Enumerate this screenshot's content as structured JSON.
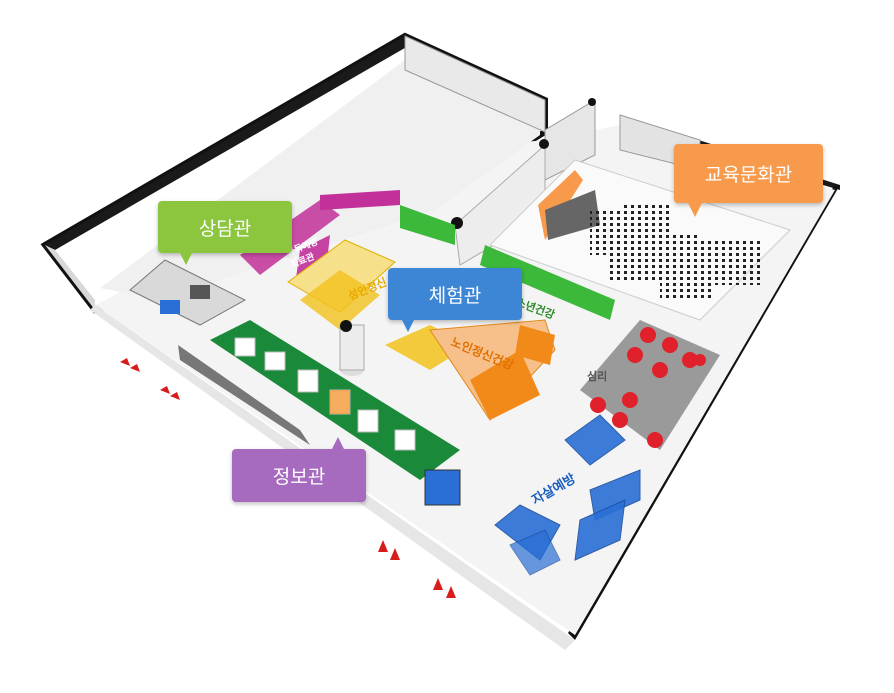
{
  "callouts": {
    "consult": "상담관",
    "edu_culture": "교육문화관",
    "experience": "체험관",
    "info": "정보관"
  },
  "zone_labels": {
    "addiction_treatment_1": "중독예방",
    "addiction_treatment_2": "치료관",
    "adult_mental": "성인정신",
    "youth_health": "소년건강",
    "elderly_mental": "노인정신건강",
    "suicide_prevention": "자살예방",
    "sim": "심리"
  },
  "colors": {
    "consult": "#8cc63f",
    "edu_culture": "#f79a4b",
    "experience": "#3d86d6",
    "info": "#a66bbf",
    "info_floor": "#1a8a3a",
    "magenta": "#c2309a",
    "green": "#3cb83a",
    "yellow": "#f2c21b",
    "orange": "#f28a1a",
    "blue": "#2a6fd6",
    "red_table": "#e0202a",
    "arrow": "#d81b1b"
  },
  "icons": {
    "exit_arrows": "red-arrow-icon"
  }
}
